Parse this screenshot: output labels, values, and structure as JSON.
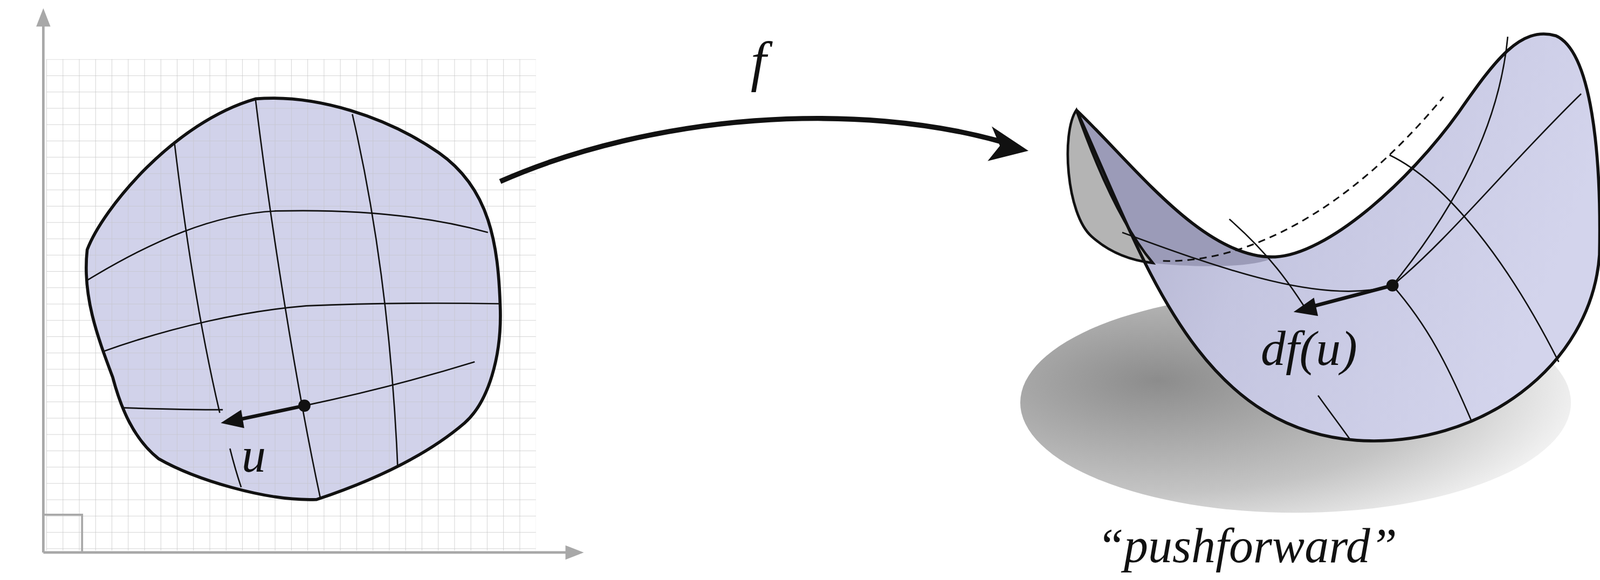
{
  "diagram": {
    "labels": [
      "f",
      "u",
      "df(u)",
      "“pushforward”"
    ]
  }
}
